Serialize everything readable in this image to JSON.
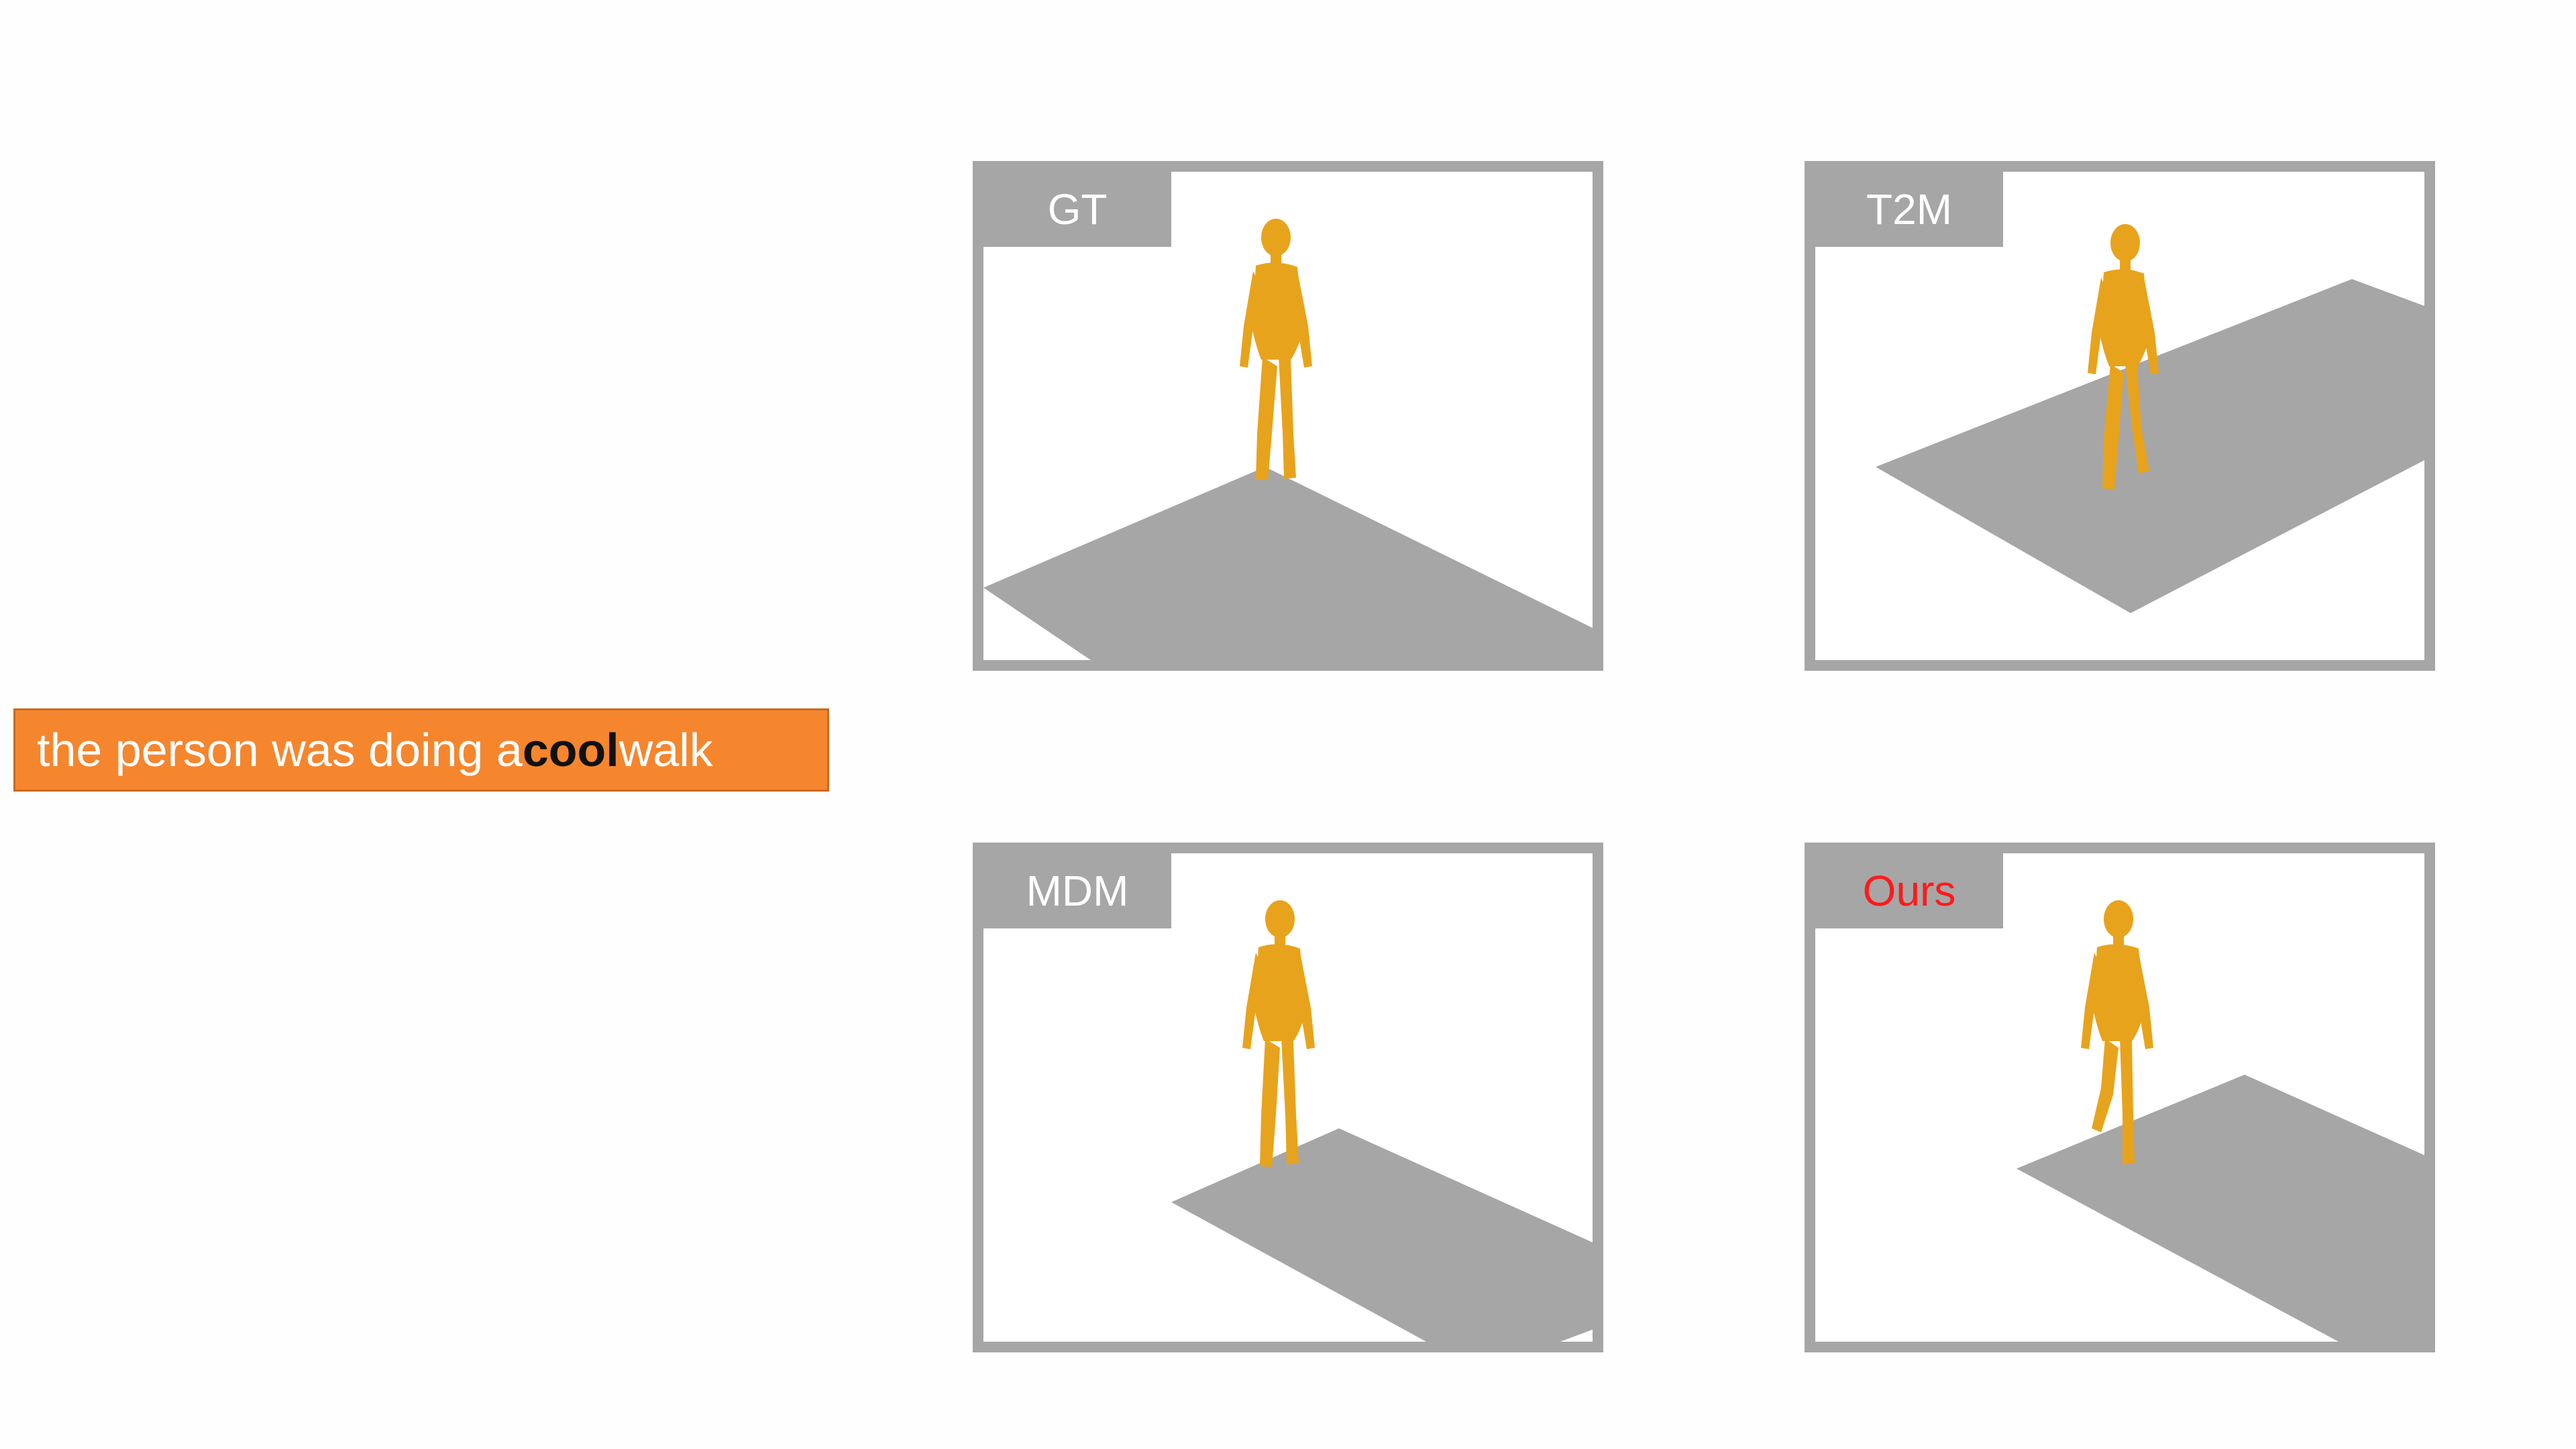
{
  "caption": {
    "before": "the person was doing a ",
    "highlight": "cool",
    "after": " walk"
  },
  "panels": [
    {
      "label": "GT"
    },
    {
      "label": "T2M"
    },
    {
      "label": "MDM"
    },
    {
      "label": "Ours",
      "label_color": "#ff1a1a"
    }
  ],
  "colors": {
    "caption_bg": "#f5862e",
    "figure": "#e8a31c",
    "floor": "#a6a6a6",
    "frame": "#a6a6a6"
  }
}
